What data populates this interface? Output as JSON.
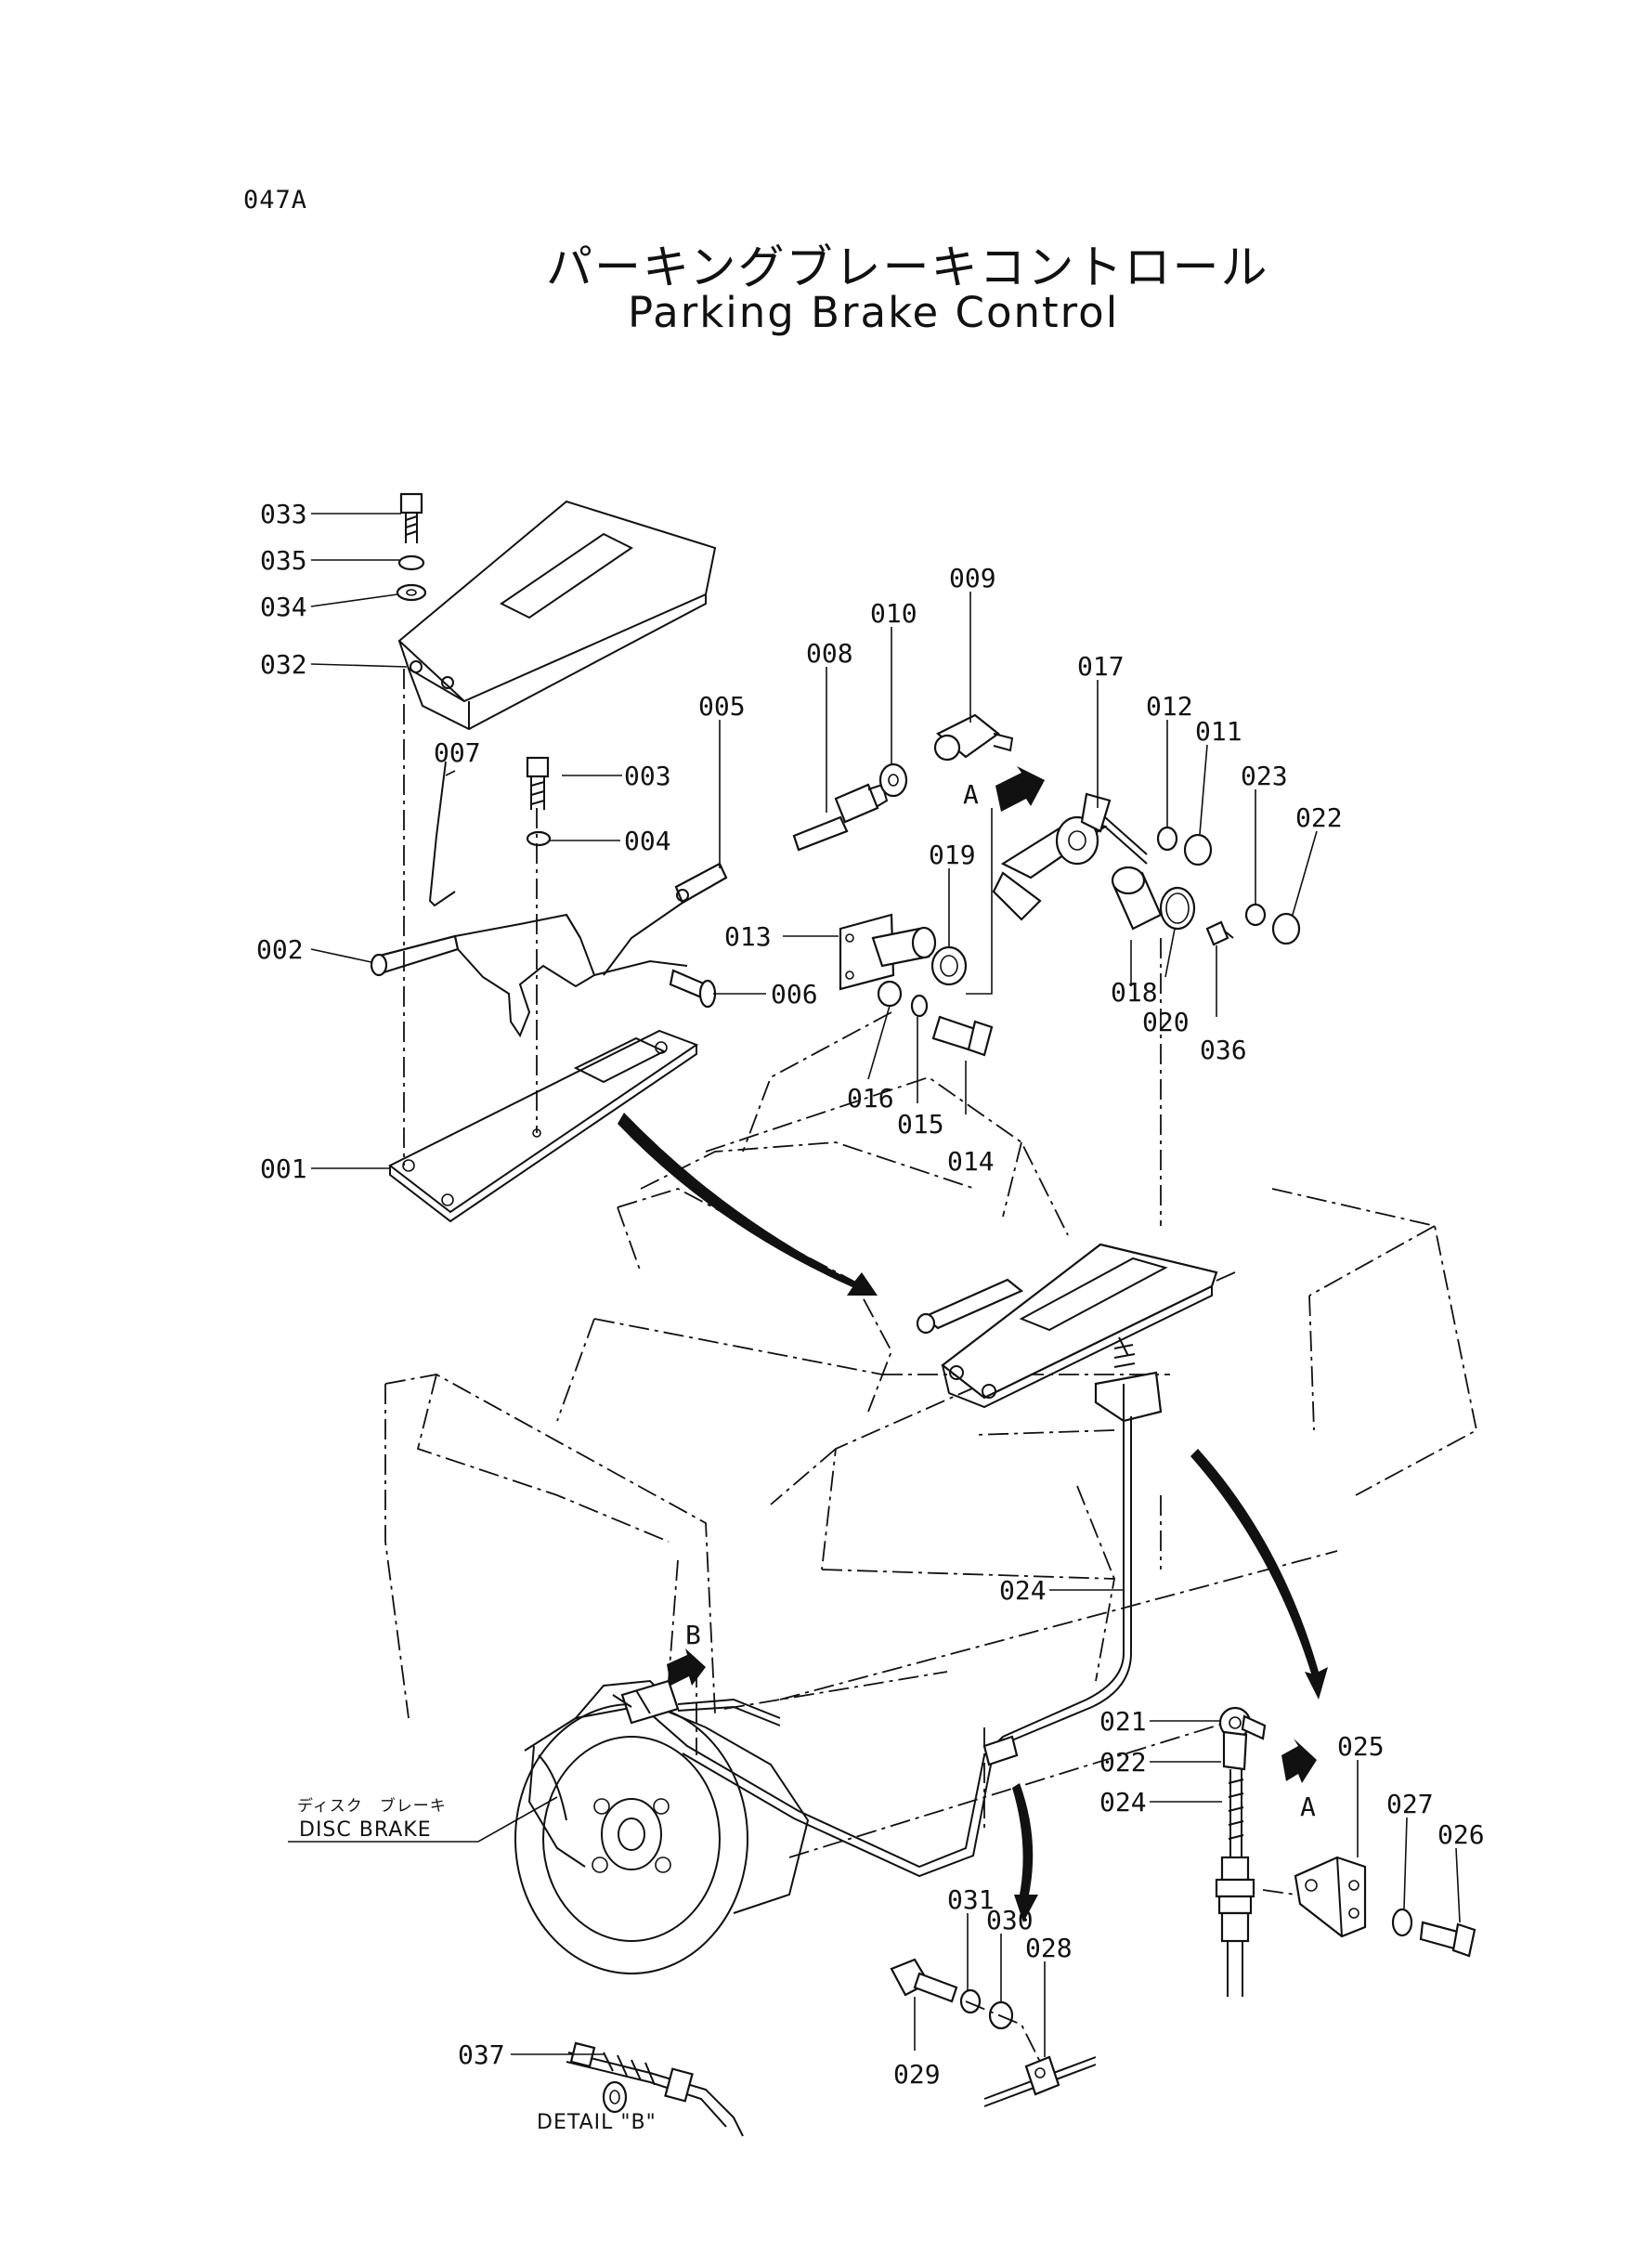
{
  "page_code": "047A",
  "title_jp": "パーキングブレーキコントロール",
  "title_en": "Parking Brake Control",
  "callouts": {
    "p001": "001",
    "p002": "002",
    "p003": "003",
    "p004": "004",
    "p005": "005",
    "p006": "006",
    "p007": "007",
    "p008": "008",
    "p009": "009",
    "p010": "010",
    "p011": "011",
    "p012": "012",
    "p013": "013",
    "p014": "014",
    "p015": "015",
    "p016": "016",
    "p017": "017",
    "p018": "018",
    "p019": "019",
    "p020": "020",
    "p021": "021",
    "p022": "022",
    "p023": "023",
    "p024": "024",
    "p025": "025",
    "p026": "026",
    "p027": "027",
    "p028": "028",
    "p029": "029",
    "p030": "030",
    "p031": "031",
    "p032": "032",
    "p033": "033",
    "p034": "034",
    "p035": "035",
    "p036": "036",
    "p037": "037"
  },
  "view_markers": {
    "a": "A",
    "b": "B"
  },
  "disc_brake_jp": "ディスク　ブレーキ",
  "disc_brake_en": "DISC BRAKE",
  "detail_b": "DETAIL \"B\""
}
